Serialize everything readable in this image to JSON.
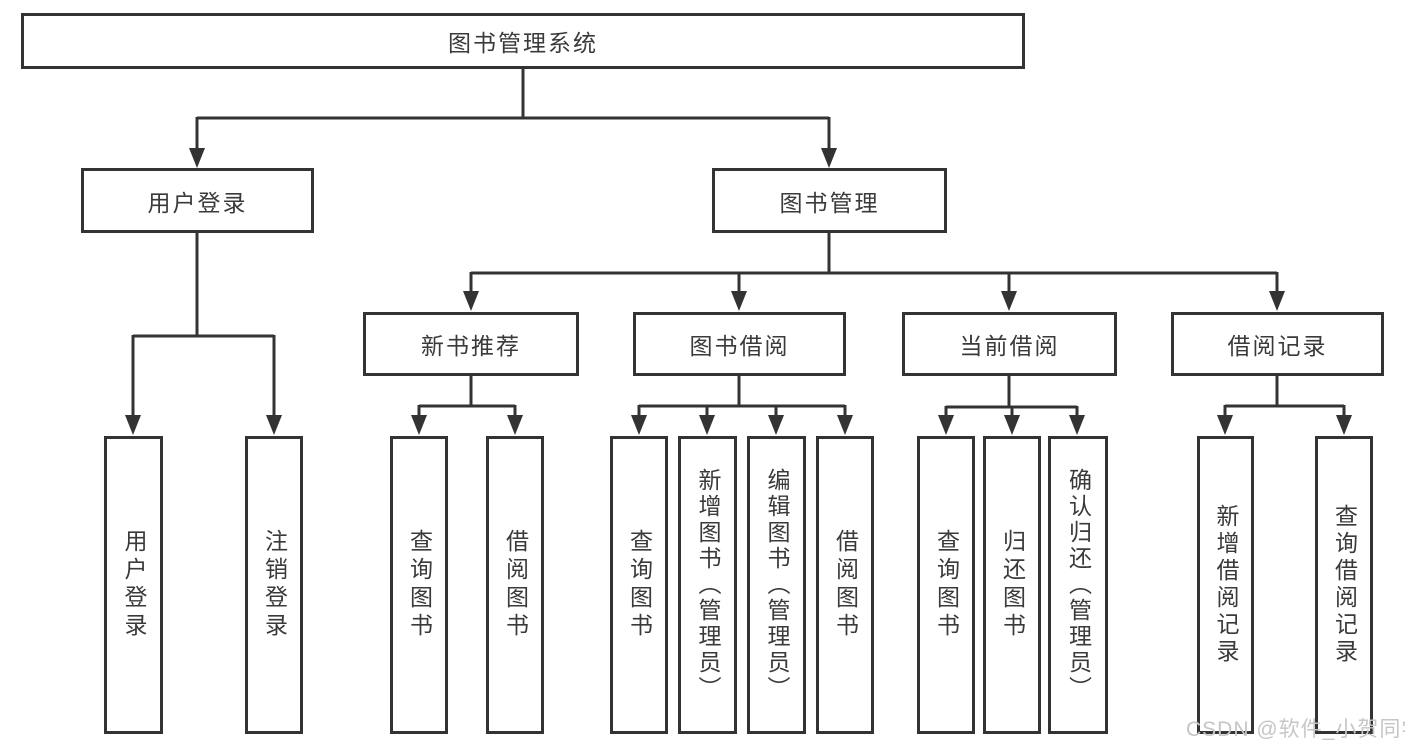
{
  "diagram": {
    "type": "hierarchy-tree",
    "nodes": {
      "root": "图书管理系统",
      "user_login": "用户登录",
      "book_mgmt": "图书管理",
      "new_book_rec": "新书推荐",
      "book_borrow": "图书借阅",
      "current_borrow": "当前借阅",
      "borrow_records": "借阅记录",
      "leaf_user_login": "用户登录",
      "leaf_logout": "注销登录",
      "rec_query_book": "查询图书",
      "rec_borrow_book": "借阅图书",
      "bb_query_book": "查询图书",
      "bb_add_book": "新增图书（管理员）",
      "bb_edit_book": "编辑图书（管理员）",
      "bb_borrow_book": "借阅图书",
      "cb_query_book": "查询图书",
      "cb_return_book": "归还图书",
      "cb_confirm_return": "确认归还（管理员）",
      "br_add_record": "新增借阅记录",
      "br_query_record": "查询借阅记录"
    },
    "tree": {
      "label": "图书管理系统",
      "children": [
        {
          "label": "用户登录",
          "children": [
            {
              "label": "用户登录"
            },
            {
              "label": "注销登录"
            }
          ]
        },
        {
          "label": "图书管理",
          "children": [
            {
              "label": "新书推荐",
              "children": [
                {
                  "label": "查询图书"
                },
                {
                  "label": "借阅图书"
                }
              ]
            },
            {
              "label": "图书借阅",
              "children": [
                {
                  "label": "查询图书"
                },
                {
                  "label": "新增图书（管理员）"
                },
                {
                  "label": "编辑图书（管理员）"
                },
                {
                  "label": "借阅图书"
                }
              ]
            },
            {
              "label": "当前借阅",
              "children": [
                {
                  "label": "查询图书"
                },
                {
                  "label": "归还图书"
                },
                {
                  "label": "确认归还（管理员）"
                }
              ]
            },
            {
              "label": "借阅记录",
              "children": [
                {
                  "label": "新增借阅记录"
                },
                {
                  "label": "查询借阅记录"
                }
              ]
            }
          ]
        }
      ]
    },
    "colors": {
      "line": "#333333",
      "box_border": "#333333",
      "box_fill": "#ffffff",
      "text": "#3a3a3a",
      "watermark": "#c6c6c6",
      "background": "#ffffff"
    }
  },
  "watermark": "CSDN @软件_小贺同学"
}
